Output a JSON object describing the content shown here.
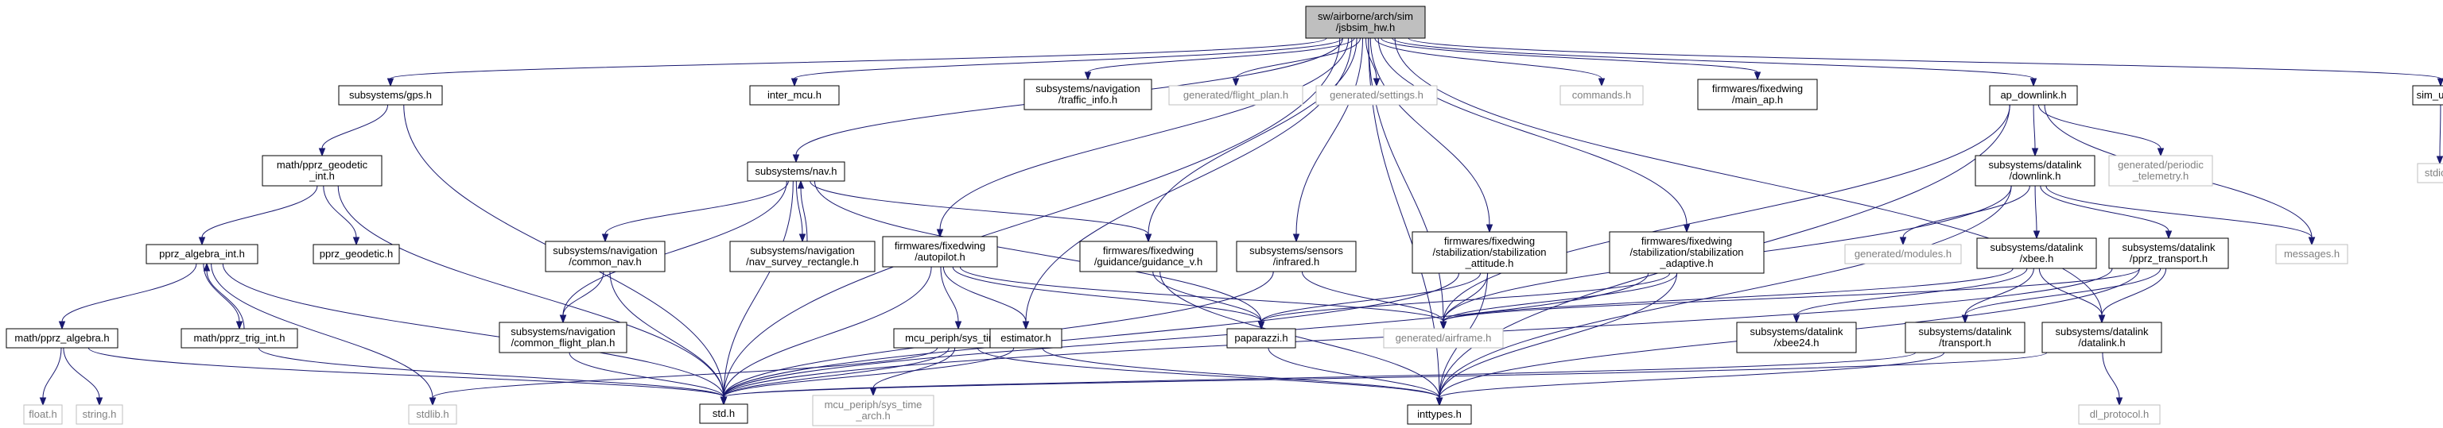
{
  "diagram": {
    "type": "include-dependency-graph",
    "colors": {
      "edge": "#191970",
      "root_fill": "#bfbfbf",
      "missing_border": "#bfbfbf",
      "missing_text": "#808080"
    },
    "nodes": [
      {
        "id": "root",
        "lines": [
          "sw/airborne/arch/sim",
          "/jsbsim_hw.h"
        ],
        "kind": "root"
      },
      {
        "id": "gps",
        "lines": [
          "subsystems/gps.h"
        ],
        "kind": "file"
      },
      {
        "id": "std",
        "lines": [
          "std.h"
        ],
        "kind": "file"
      },
      {
        "id": "inter_mcu",
        "lines": [
          "inter_mcu.h"
        ],
        "kind": "file"
      },
      {
        "id": "traffic",
        "lines": [
          "subsystems/navigation",
          "/traffic_info.h"
        ],
        "kind": "file"
      },
      {
        "id": "flight_plan",
        "lines": [
          "generated/flight_plan.h"
        ],
        "kind": "missing"
      },
      {
        "id": "settings",
        "lines": [
          "generated/settings.h"
        ],
        "kind": "missing"
      },
      {
        "id": "commands",
        "lines": [
          "commands.h"
        ],
        "kind": "missing"
      },
      {
        "id": "main_ap",
        "lines": [
          "firmwares/fixedwing",
          "/main_ap.h"
        ],
        "kind": "file"
      },
      {
        "id": "ap_downlink",
        "lines": [
          "ap_downlink.h"
        ],
        "kind": "file"
      },
      {
        "id": "sim_uart",
        "lines": [
          "sim_uart.h"
        ],
        "kind": "file"
      },
      {
        "id": "stdio",
        "lines": [
          "stdio.h"
        ],
        "kind": "missing"
      },
      {
        "id": "geodetic_int",
        "lines": [
          "math/pprz_geodetic",
          "_int.h"
        ],
        "kind": "file"
      },
      {
        "id": "algebra_int",
        "lines": [
          "pprz_algebra_int.h"
        ],
        "kind": "file"
      },
      {
        "id": "pprz_geodetic",
        "lines": [
          "pprz_geodetic.h"
        ],
        "kind": "file"
      },
      {
        "id": "algebra",
        "lines": [
          "math/pprz_algebra.h"
        ],
        "kind": "file"
      },
      {
        "id": "trig_int",
        "lines": [
          "math/pprz_trig_int.h"
        ],
        "kind": "file"
      },
      {
        "id": "float",
        "lines": [
          "float.h"
        ],
        "kind": "missing"
      },
      {
        "id": "string",
        "lines": [
          "string.h"
        ],
        "kind": "missing"
      },
      {
        "id": "stdlib",
        "lines": [
          "stdlib.h"
        ],
        "kind": "missing"
      },
      {
        "id": "nav",
        "lines": [
          "subsystems/nav.h"
        ],
        "kind": "file"
      },
      {
        "id": "common_nav",
        "lines": [
          "subsystems/navigation",
          "/common_nav.h"
        ],
        "kind": "file"
      },
      {
        "id": "nav_survey",
        "lines": [
          "subsystems/navigation",
          "/nav_survey_rectangle.h"
        ],
        "kind": "file"
      },
      {
        "id": "common_fp",
        "lines": [
          "subsystems/navigation",
          "/common_flight_plan.h"
        ],
        "kind": "file"
      },
      {
        "id": "autopilot",
        "lines": [
          "firmwares/fixedwing",
          "/autopilot.h"
        ],
        "kind": "file"
      },
      {
        "id": "guidance_v",
        "lines": [
          "firmwares/fixedwing",
          "/guidance/guidance_v.h"
        ],
        "kind": "file"
      },
      {
        "id": "infrared",
        "lines": [
          "subsystems/sensors",
          "/infrared.h"
        ],
        "kind": "file"
      },
      {
        "id": "stab_att",
        "lines": [
          "firmwares/fixedwing",
          "/stabilization/stabilization",
          "_attitude.h"
        ],
        "kind": "file"
      },
      {
        "id": "stab_adapt",
        "lines": [
          "firmwares/fixedwing",
          "/stabilization/stabilization",
          "_adaptive.h"
        ],
        "kind": "file"
      },
      {
        "id": "sys_time",
        "lines": [
          "mcu_periph/sys_time.h"
        ],
        "kind": "file"
      },
      {
        "id": "estimator",
        "lines": [
          "estimator.h"
        ],
        "kind": "file"
      },
      {
        "id": "paparazzi",
        "lines": [
          "paparazzi.h"
        ],
        "kind": "file"
      },
      {
        "id": "airframe",
        "lines": [
          "generated/airframe.h"
        ],
        "kind": "missing"
      },
      {
        "id": "sys_time_arch",
        "lines": [
          "mcu_periph/sys_time",
          "_arch.h"
        ],
        "kind": "missing"
      },
      {
        "id": "inttypes",
        "lines": [
          "inttypes.h"
        ],
        "kind": "file"
      },
      {
        "id": "dl_downlink",
        "lines": [
          "subsystems/datalink",
          "/downlink.h"
        ],
        "kind": "file"
      },
      {
        "id": "periodic",
        "lines": [
          "generated/periodic",
          "_telemetry.h"
        ],
        "kind": "missing"
      },
      {
        "id": "modules",
        "lines": [
          "generated/modules.h"
        ],
        "kind": "missing"
      },
      {
        "id": "messages",
        "lines": [
          "messages.h"
        ],
        "kind": "missing"
      },
      {
        "id": "xbee",
        "lines": [
          "subsystems/datalink",
          "/xbee.h"
        ],
        "kind": "file"
      },
      {
        "id": "pprz_transport",
        "lines": [
          "subsystems/datalink",
          "/pprz_transport.h"
        ],
        "kind": "file"
      },
      {
        "id": "xbee24",
        "lines": [
          "subsystems/datalink",
          "/xbee24.h"
        ],
        "kind": "file"
      },
      {
        "id": "transport",
        "lines": [
          "subsystems/datalink",
          "/transport.h"
        ],
        "kind": "file"
      },
      {
        "id": "datalink",
        "lines": [
          "subsystems/datalink",
          "/datalink.h"
        ],
        "kind": "file"
      },
      {
        "id": "dl_protocol",
        "lines": [
          "dl_protocol.h"
        ],
        "kind": "missing"
      }
    ],
    "edges": [
      [
        "root",
        "gps"
      ],
      [
        "root",
        "std"
      ],
      [
        "root",
        "inter_mcu"
      ],
      [
        "root",
        "traffic"
      ],
      [
        "root",
        "flight_plan"
      ],
      [
        "root",
        "settings"
      ],
      [
        "root",
        "commands"
      ],
      [
        "root",
        "main_ap"
      ],
      [
        "root",
        "ap_downlink"
      ],
      [
        "root",
        "sim_uart"
      ],
      [
        "root",
        "nav"
      ],
      [
        "root",
        "autopilot"
      ],
      [
        "root",
        "guidance_v"
      ],
      [
        "root",
        "infrared"
      ],
      [
        "root",
        "stab_att"
      ],
      [
        "root",
        "stab_adapt"
      ],
      [
        "root",
        "estimator"
      ],
      [
        "root",
        "airframe"
      ],
      [
        "root",
        "inttypes"
      ],
      [
        "root",
        "datalink"
      ],
      [
        "gps",
        "geodetic_int"
      ],
      [
        "gps",
        "std"
      ],
      [
        "geodetic_int",
        "algebra_int"
      ],
      [
        "geodetic_int",
        "pprz_geodetic"
      ],
      [
        "geodetic_int",
        "std"
      ],
      [
        "algebra_int",
        "algebra"
      ],
      [
        "algebra_int",
        "trig_int"
      ],
      [
        "algebra_int",
        "std"
      ],
      [
        "algebra_int",
        "stdlib"
      ],
      [
        "trig_int",
        "algebra_int"
      ],
      [
        "trig_int",
        "std"
      ],
      [
        "algebra",
        "float"
      ],
      [
        "algebra",
        "string"
      ],
      [
        "algebra",
        "std"
      ],
      [
        "nav",
        "common_nav"
      ],
      [
        "nav",
        "nav_survey"
      ],
      [
        "nav",
        "common_fp"
      ],
      [
        "nav",
        "std"
      ],
      [
        "nav",
        "paparazzi"
      ],
      [
        "nav",
        "guidance_v"
      ],
      [
        "nav_survey",
        "nav"
      ],
      [
        "common_nav",
        "common_fp"
      ],
      [
        "common_nav",
        "std"
      ],
      [
        "common_fp",
        "std"
      ],
      [
        "autopilot",
        "sys_time"
      ],
      [
        "autopilot",
        "estimator"
      ],
      [
        "autopilot",
        "std"
      ],
      [
        "autopilot",
        "paparazzi"
      ],
      [
        "autopilot",
        "airframe"
      ],
      [
        "sys_time",
        "std"
      ],
      [
        "sys_time",
        "stdlib"
      ],
      [
        "sys_time",
        "sys_time_arch"
      ],
      [
        "sys_time",
        "inttypes"
      ],
      [
        "estimator",
        "std"
      ],
      [
        "estimator",
        "inttypes"
      ],
      [
        "guidance_v",
        "paparazzi"
      ],
      [
        "guidance_v",
        "inttypes"
      ],
      [
        "infrared",
        "std"
      ],
      [
        "infrared",
        "airframe"
      ],
      [
        "stab_att",
        "paparazzi"
      ],
      [
        "stab_att",
        "std"
      ],
      [
        "stab_att",
        "airframe"
      ],
      [
        "stab_att",
        "inttypes"
      ],
      [
        "stab_adapt",
        "paparazzi"
      ],
      [
        "stab_adapt",
        "std"
      ],
      [
        "stab_adapt",
        "airframe"
      ],
      [
        "stab_adapt",
        "inttypes"
      ],
      [
        "paparazzi",
        "inttypes"
      ],
      [
        "ap_downlink",
        "dl_downlink"
      ],
      [
        "ap_downlink",
        "periodic"
      ],
      [
        "ap_downlink",
        "messages"
      ],
      [
        "ap_downlink",
        "airframe"
      ],
      [
        "ap_downlink",
        "inttypes"
      ],
      [
        "dl_downlink",
        "modules"
      ],
      [
        "dl_downlink",
        "messages"
      ],
      [
        "dl_downlink",
        "xbee"
      ],
      [
        "dl_downlink",
        "pprz_transport"
      ],
      [
        "dl_downlink",
        "airframe"
      ],
      [
        "dl_downlink",
        "inttypes"
      ],
      [
        "xbee",
        "xbee24"
      ],
      [
        "xbee",
        "transport"
      ],
      [
        "xbee",
        "datalink"
      ],
      [
        "xbee",
        "airframe"
      ],
      [
        "pprz_transport",
        "transport"
      ],
      [
        "pprz_transport",
        "datalink"
      ],
      [
        "pprz_transport",
        "std"
      ],
      [
        "pprz_transport",
        "inttypes"
      ],
      [
        "pprz_transport",
        "airframe"
      ],
      [
        "transport",
        "std"
      ],
      [
        "transport",
        "inttypes"
      ],
      [
        "datalink",
        "dl_protocol"
      ],
      [
        "datalink",
        "std"
      ],
      [
        "sim_uart",
        "stdio"
      ]
    ]
  }
}
